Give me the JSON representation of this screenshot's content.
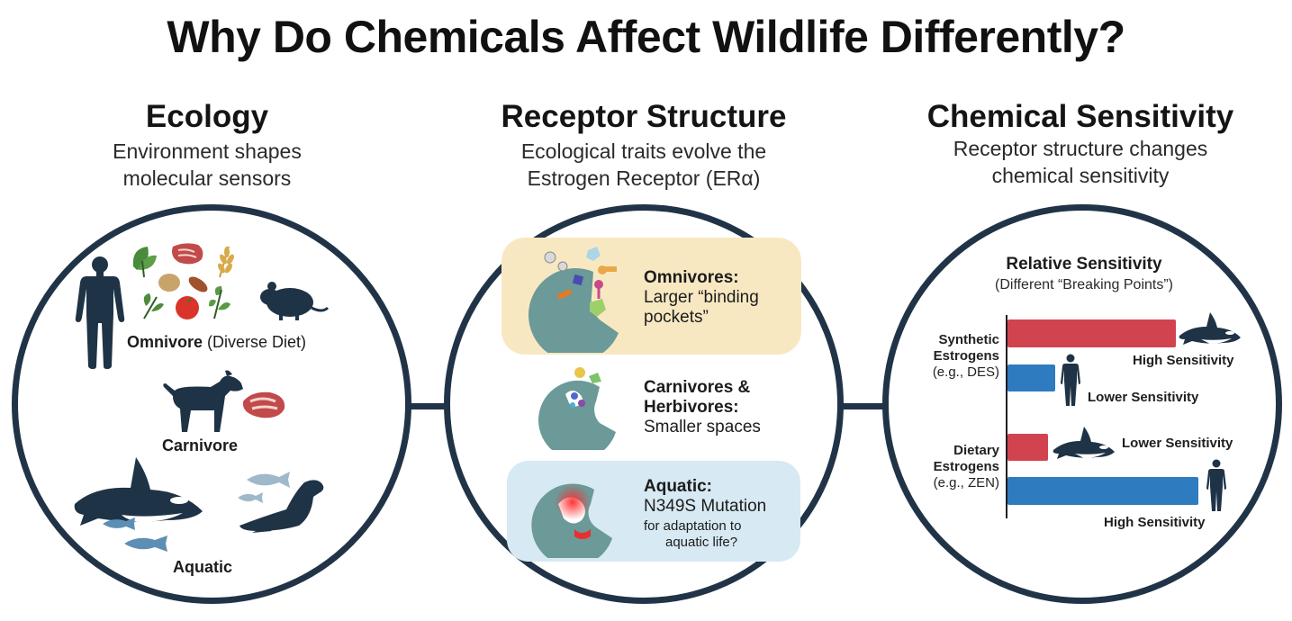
{
  "title": "Why Do Chemicals Affect Wildlife Differently?",
  "columns": {
    "ecology": {
      "heading": "Ecology",
      "sub1": "Environment shapes",
      "sub2": "molecular sensors"
    },
    "receptor": {
      "heading": "Receptor Structure",
      "sub1": "Ecological traits evolve the",
      "sub2": "Estrogen Receptor (ERα)"
    },
    "sensitivity": {
      "heading": "Chemical Sensitivity",
      "sub1": "Receptor structure changes",
      "sub2": "chemical sensitivity"
    }
  },
  "ecology_circle": {
    "omnivore_bold": "Omnivore",
    "omnivore_rest": " (Diverse Diet)",
    "carnivore": "Carnivore",
    "aquatic": "Aquatic"
  },
  "receptor_circle": {
    "omnivores": {
      "heading": "Omnivores:",
      "line1": "Larger “binding",
      "line2": "pockets”",
      "bg": "#f8e8c2"
    },
    "carnivores": {
      "heading1": "Carnivores &",
      "heading2": "Herbivores:",
      "line1": "Smaller spaces"
    },
    "aquatic": {
      "heading": "Aquatic:",
      "line1": "N349S Mutation",
      "line2": "for adaptation to",
      "line3": "aquatic life?",
      "bg": "#d7e9f2"
    }
  },
  "sensitivity_circle": {
    "chart_title": "Relative Sensitivity",
    "chart_subtitle": "(Different “Breaking Points”)",
    "groups": [
      {
        "name1": "Synthetic",
        "name2": "Estrogens",
        "example": "(e.g., DES)"
      },
      {
        "name1": "Dietary",
        "name2": "Estrogens",
        "example": "(e.g., ZEN)"
      }
    ],
    "labels": {
      "synthetic_red": "High Sensitivity",
      "synthetic_blue": "Lower Sensitivity",
      "dietary_red": "Lower Sensitivity",
      "dietary_blue": "High Sensitivity"
    }
  },
  "chart_data": {
    "type": "bar",
    "title": "Relative Sensitivity",
    "subtitle": "(Different “Breaking Points”)",
    "categories": [
      "Synthetic Estrogens (e.g., DES)",
      "Dietary Estrogens (e.g., ZEN)"
    ],
    "series": [
      {
        "icon": "orca-icon",
        "color": "#d1434f",
        "values": [
          0.88,
          0.21
        ]
      },
      {
        "icon": "human-icon",
        "color": "#2f7bbf",
        "values": [
          0.25,
          1.0
        ]
      }
    ],
    "xlabel": "",
    "ylabel": ""
  },
  "colors": {
    "ring": "#213447",
    "animal": "#1f3346",
    "red": "#d1434f",
    "blue": "#2f7bbf",
    "receptor": "#6b9a98"
  }
}
